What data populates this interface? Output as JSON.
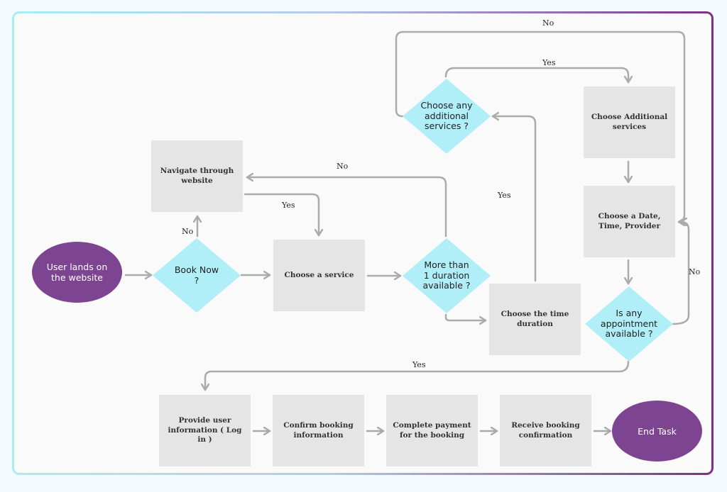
{
  "colors": {
    "process_box": "#e5e5e5",
    "terminal_ellipse": "#7d4491",
    "decision_diamond": "#b0eef8",
    "connector": "#ababab",
    "frame_gradient_start": "#a9ecf5",
    "frame_gradient_end": "#7c2f86"
  },
  "nodes": {
    "start": "User lands on the website",
    "navigate": "Navigate through website",
    "book_now": "Book Now ?",
    "choose_service": "Choose a service",
    "more_than_one_duration": "More than 1 duration available ?",
    "choose_time_duration": "Choose the time duration",
    "additional_services_q": "Choose any additional services ?",
    "choose_additional_services": "Choose Additional services",
    "choose_date_time_provider": "Choose a Date, Time, Provider",
    "appointment_available": "Is any appointment available ?",
    "provide_user_info": "Provide user information ( Log in )",
    "confirm_booking_info": "Confirm booking information",
    "complete_payment": "Complete payment for the booking",
    "receive_confirmation": "Receive booking confirmation",
    "end": "End Task"
  },
  "edge_labels": {
    "book_now_no": "No",
    "navigate_yes": "Yes",
    "duration_no": "No",
    "duration_yes": "Yes",
    "additional_yes": "Yes",
    "additional_no": "No",
    "appointment_no": "No",
    "appointment_yes": "Yes"
  }
}
